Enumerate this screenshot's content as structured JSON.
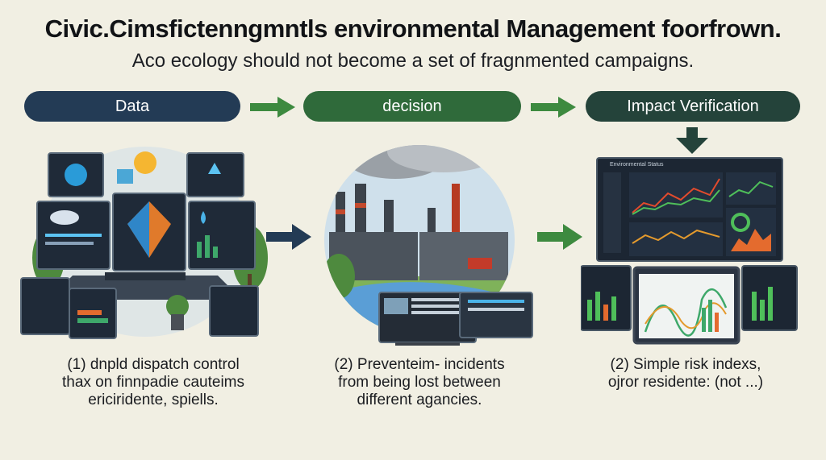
{
  "header": {
    "title": "Civic.Cimsfictenngmntls environmental Management foorfrown.",
    "subtitle": "Aco ecology should not become a set of fragnmented campaigns."
  },
  "flow": {
    "steps": [
      {
        "label": "Data"
      },
      {
        "label": "decision"
      },
      {
        "label": "Impact Verification"
      }
    ]
  },
  "captions": [
    {
      "line1": "(1)  dnpld dispatch control",
      "line2": "thax on finnpadie cauteims",
      "line3": "ericiridente, spiells."
    },
    {
      "line1": "(2)  Preventeim- incidents",
      "line2": "from being lost between",
      "line3": "different agancies."
    },
    {
      "line1": "(2)  Simple risk indexs,",
      "line2": "ojror residente: (not ...)",
      "line3": ""
    }
  ],
  "panels": {
    "verification_screen_title": "Environmental Status"
  },
  "colors": {
    "data_pill": "#233b55",
    "decision_pill": "#2f6a3a",
    "impact_pill": "#24433a",
    "arrow_green": "#3d8a3f",
    "arrow_dark": "#233b55",
    "background": "#f1efe3"
  }
}
